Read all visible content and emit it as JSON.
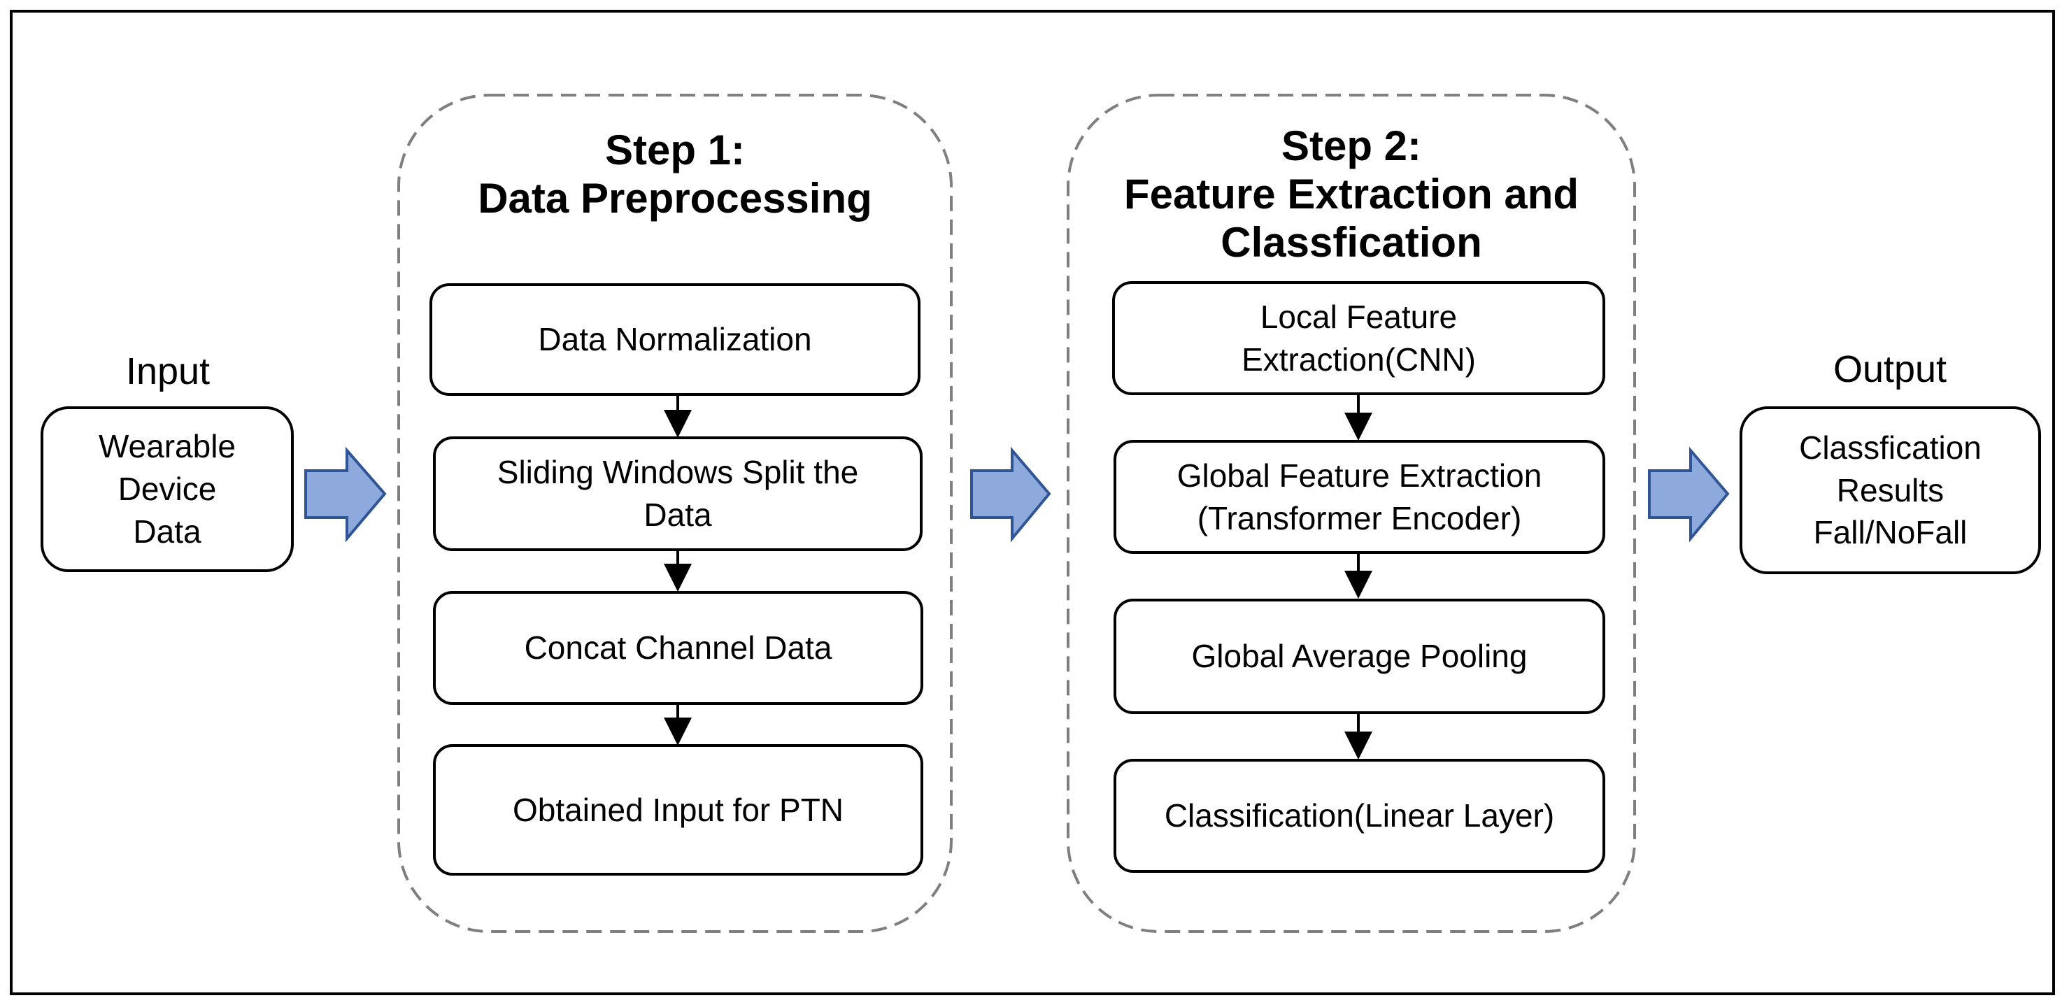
{
  "input": {
    "heading": "Input",
    "box": "Wearable\nDevice\nData"
  },
  "step1": {
    "title": "Step 1:\nData Preprocessing",
    "boxes": [
      "Data Normalization",
      "Sliding Windows Split the\nData",
      "Concat Channel Data",
      "Obtained Input for PTN"
    ]
  },
  "step2": {
    "title": "Step 2:\nFeature Extraction and\nClassfication",
    "boxes": [
      "Local Feature\nExtraction(CNN)",
      "Global Feature Extraction\n(Transformer Encoder)",
      "Global Average Pooling",
      "Classification(Linear Layer)"
    ]
  },
  "output": {
    "heading": "Output",
    "box": "Classfication\nResults\nFall/NoFall"
  },
  "colors": {
    "block_arrow_fill": "#8EA9DB",
    "block_arrow_stroke": "#2F5597",
    "dashed_border": "#7F7F7F"
  }
}
